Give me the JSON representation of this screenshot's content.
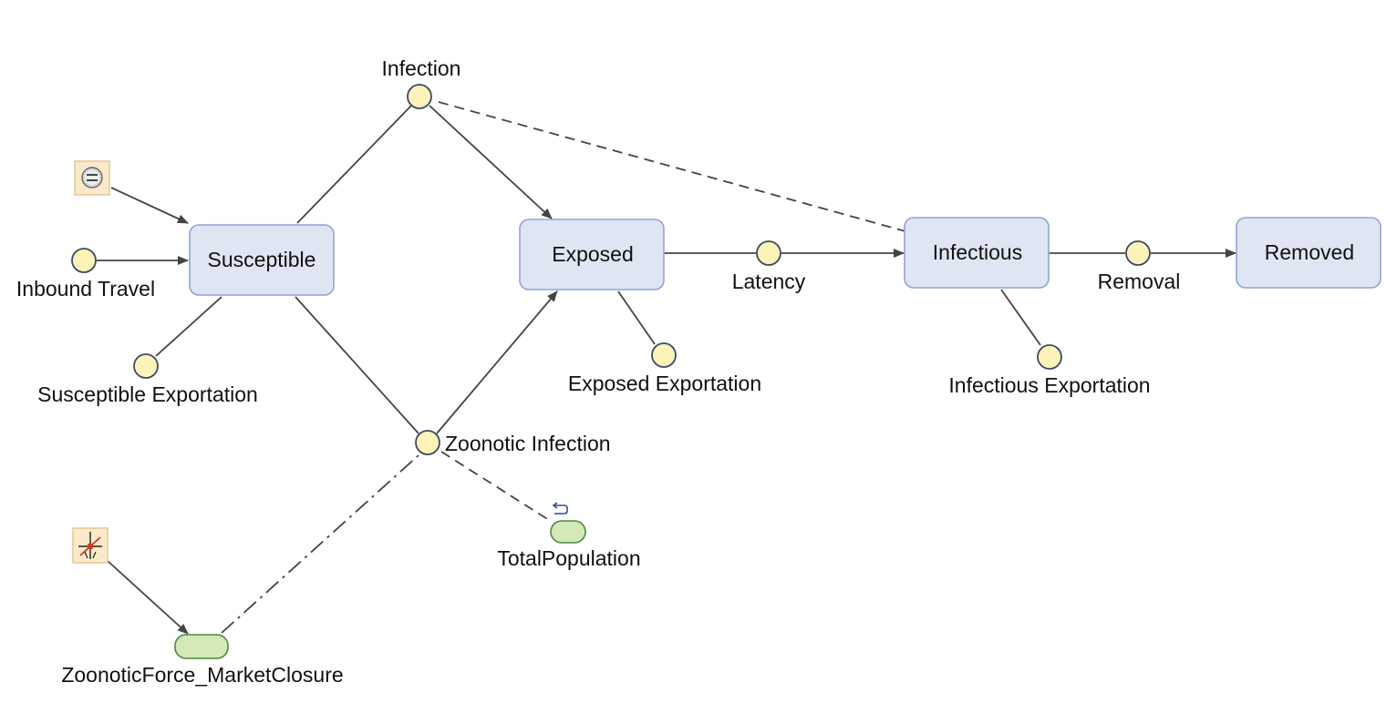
{
  "compartments": {
    "susceptible": "Susceptible",
    "exposed": "Exposed",
    "infectious": "Infectious",
    "removed": "Removed"
  },
  "transitions": {
    "infection": "Infection",
    "latency": "Latency",
    "removal": "Removal",
    "zoonotic_infection": "Zoonotic Infection",
    "inbound_travel": "Inbound Travel",
    "susceptible_exportation": "Susceptible Exportation",
    "exposed_exportation": "Exposed Exportation",
    "infectious_exportation": "Infectious Exportation"
  },
  "parameters": {
    "total_population": "TotalPopulation",
    "zoonotic_force": "ZoonoticForce_MarketClosure"
  },
  "icons": {
    "source": "equals-source-icon",
    "intervention": "intervention-icon",
    "link": "link-icon"
  },
  "colors": {
    "compartment_fill": "#e0e5f3",
    "compartment_stroke": "#8fa4d4",
    "valve_fill": "#fbf3b8",
    "parameter_fill": "#d4e8b8",
    "parameter_stroke": "#4d8a3a",
    "icon_fill": "#fbe9c9"
  }
}
